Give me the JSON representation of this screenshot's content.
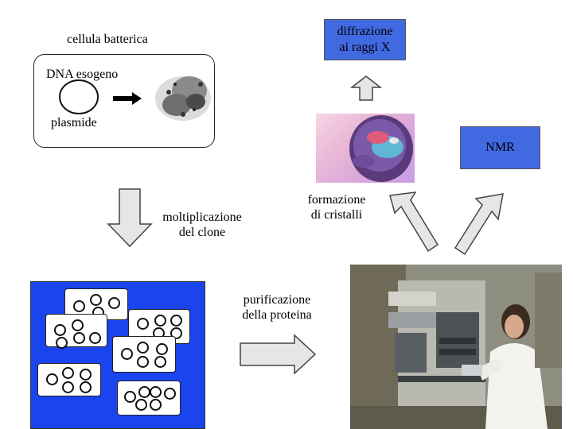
{
  "labels": {
    "cellula_batterica": "cellula batterica",
    "dna_esogeno": "DNA esogeno",
    "plasmide": "plasmide",
    "diffrazione_line1": "diffrazione",
    "diffrazione_line2": "ai raggi X",
    "nmr": "NMR",
    "formazione_line1": "formazione",
    "formazione_line2": "di cristalli",
    "moltiplicazione_line1": "moltiplicazione",
    "moltiplicazione_line2": "del clone",
    "purificazione_line1": "purificazione",
    "purificazione_line2": "della proteina"
  },
  "colors": {
    "label_box_fill": "#4169e1",
    "panel_blue": "#1a44ee",
    "arrow_fill": "#e6e6e6",
    "arrow_stroke": "#444444"
  }
}
